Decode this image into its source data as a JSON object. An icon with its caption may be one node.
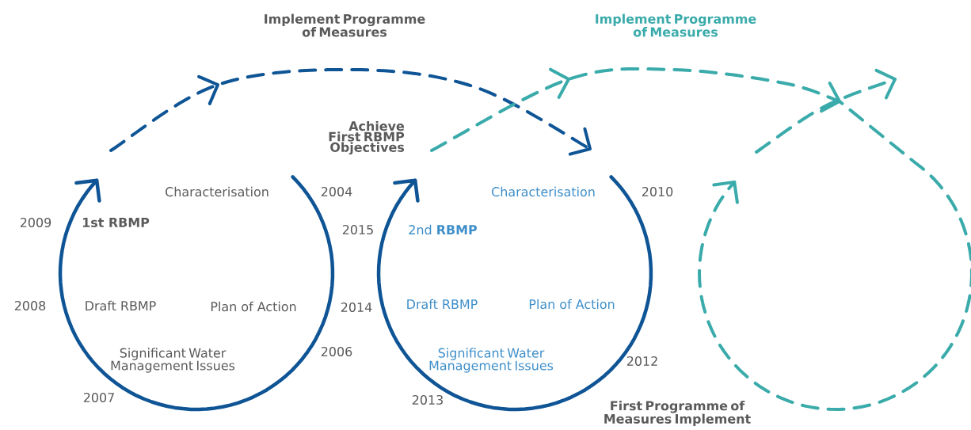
{
  "diagram": {
    "labels": [
      "Implement Programme of Measures",
      "Implement Programme of Measures",
      "Achieve First RBMP Objectives",
      "Characterisation",
      "2004",
      "Characterisation",
      "2010",
      "2009",
      "1st RBMP",
      "2015",
      "2nd **RBMP**",
      "2008",
      "Draft RBMP",
      "Plan of Action",
      "2014",
      "Draft RBMP",
      "Plan of Action",
      "Significant Water Management Issues",
      "2006",
      "Significant Water Management Issues",
      "2012",
      "2007",
      "2013",
      "First Programme of Measures Implement"
    ]
  }
}
